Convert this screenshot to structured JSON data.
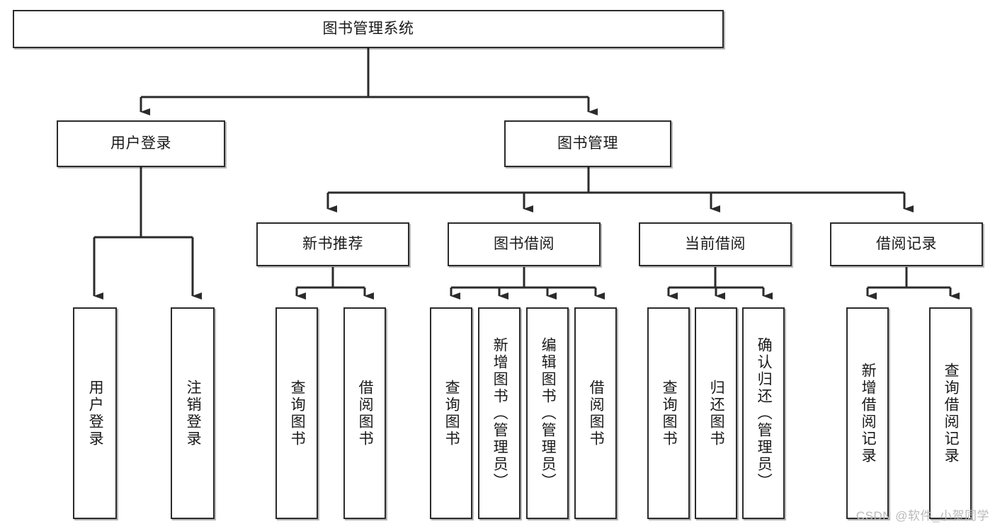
{
  "diagram": {
    "type": "tree",
    "title": "图书管理系统",
    "orientation": "top-down",
    "colors": {
      "box_border": "#2b2b2b",
      "box_fill": "#ffffff",
      "connector": "#2b2b2b",
      "text": "#1a1a1a",
      "watermark": "#b9b9b9"
    },
    "nodes": {
      "root": {
        "label": "图书管理系统",
        "level": 0
      },
      "l1": [
        {
          "id": "user-login",
          "label": "用户登录",
          "level": 1
        },
        {
          "id": "book-manage",
          "label": "图书管理",
          "level": 1
        }
      ],
      "l2": [
        {
          "id": "new-book-recommend",
          "label": "新书推荐",
          "level": 2,
          "parent": "book-manage"
        },
        {
          "id": "book-borrow",
          "label": "图书借阅",
          "level": 2,
          "parent": "book-manage"
        },
        {
          "id": "current-borrow",
          "label": "当前借阅",
          "level": 2,
          "parent": "book-manage"
        },
        {
          "id": "borrow-record",
          "label": "借阅记录",
          "level": 2,
          "parent": "book-manage"
        }
      ],
      "leaves": [
        {
          "id": "leaf-user-login",
          "label": "用户登录",
          "parent": "user-login"
        },
        {
          "id": "leaf-user-logout",
          "label": "注销登录",
          "parent": "user-login"
        },
        {
          "id": "leaf-query-book-1",
          "label": "查询图书",
          "parent": "new-book-recommend"
        },
        {
          "id": "leaf-borrow-book-1",
          "label": "借阅图书",
          "parent": "new-book-recommend"
        },
        {
          "id": "leaf-query-book-2",
          "label": "查询图书",
          "parent": "book-borrow"
        },
        {
          "id": "leaf-add-book",
          "label": "新增图书（管理员）",
          "parent": "book-borrow"
        },
        {
          "id": "leaf-edit-book",
          "label": "编辑图书（管理员）",
          "parent": "book-borrow"
        },
        {
          "id": "leaf-borrow-book-2",
          "label": "借阅图书",
          "parent": "book-borrow"
        },
        {
          "id": "leaf-query-book-3",
          "label": "查询图书",
          "parent": "current-borrow"
        },
        {
          "id": "leaf-return-book",
          "label": "归还图书",
          "parent": "current-borrow"
        },
        {
          "id": "leaf-confirm-return",
          "label": "确认归还（管理员）",
          "parent": "current-borrow"
        },
        {
          "id": "leaf-add-record",
          "label": "新增借阅记录",
          "parent": "borrow-record"
        },
        {
          "id": "leaf-query-record",
          "label": "查询借阅记录",
          "parent": "borrow-record"
        }
      ]
    }
  },
  "watermark": {
    "text": "CSDN @软件_小贺同学"
  }
}
